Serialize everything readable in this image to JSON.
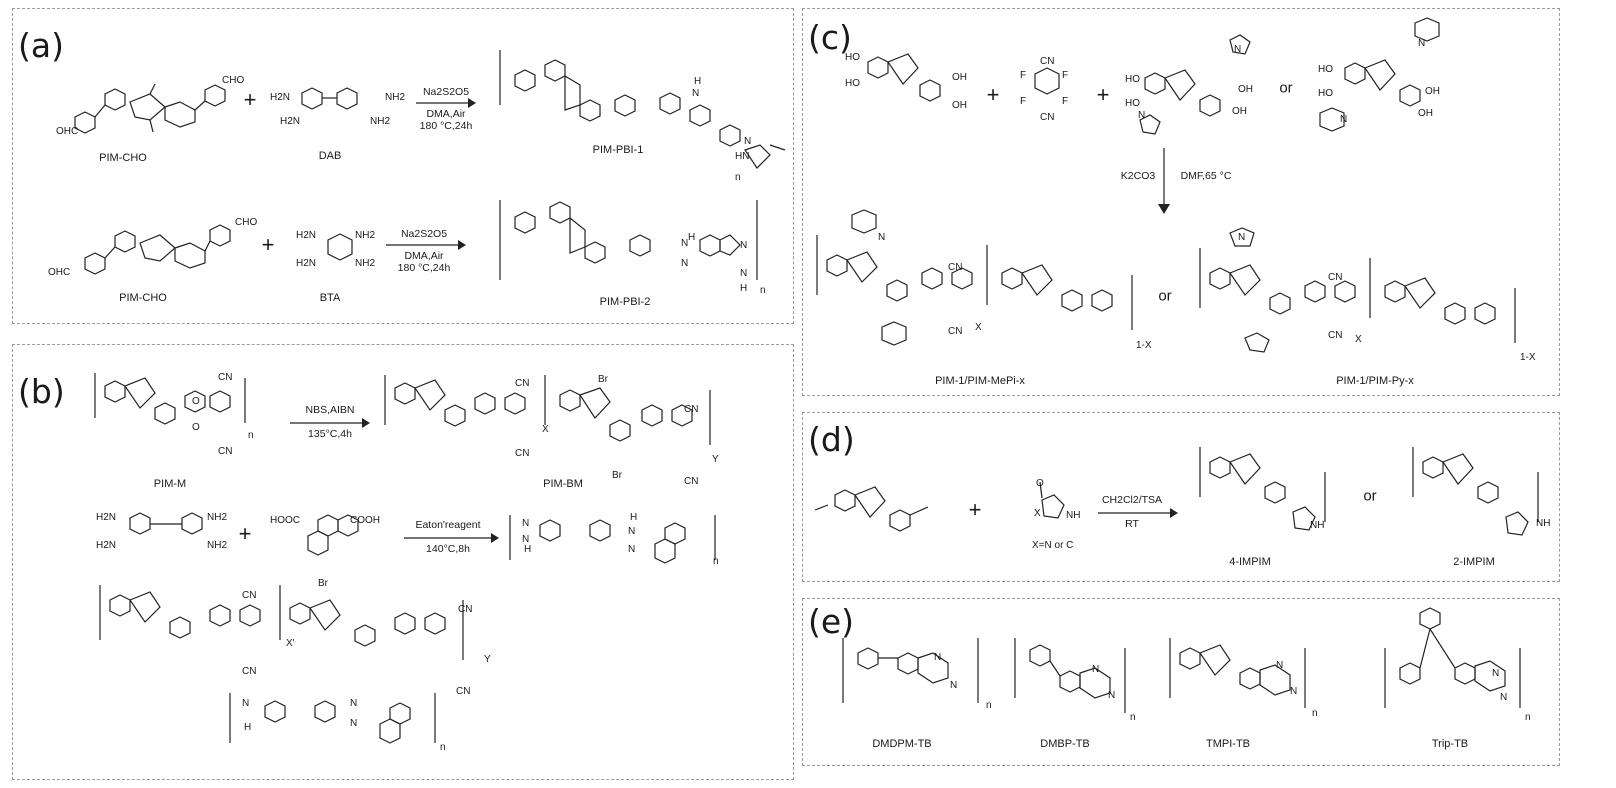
{
  "panels": {
    "a": {
      "label": "(a)",
      "compounds": [
        "PIM-CHO",
        "DAB",
        "PIM-PBI-1",
        "PIM-CHO",
        "BTA",
        "PIM-PBI-2"
      ],
      "conditions1": [
        "Na2S2O5",
        "DMA,Air",
        "180 °C,24h"
      ],
      "conditions2": [
        "Na2S2O5",
        "DMA,Air",
        "180 °C,24h"
      ],
      "atoms": [
        "OHC",
        "CHO",
        "H2N",
        "NH2",
        "H2N",
        "NH2",
        "N",
        "H",
        "N",
        "HN",
        "n",
        "CHO",
        "OHC",
        "H2N",
        "NH2",
        "H2N",
        "NH2",
        "H",
        "N",
        "N",
        "H",
        "N",
        "N",
        "n"
      ]
    },
    "b": {
      "label": "(b)",
      "compounds": [
        "PIM-M",
        "PIM-BM"
      ],
      "conditions1": [
        "NBS,AIBN",
        "135°C,4h"
      ],
      "conditions2": [
        "Eaton'reagent",
        "140°C,8h"
      ],
      "reagents": [
        "HOOC",
        "COOH"
      ],
      "atoms": [
        "CN",
        "CN",
        "O",
        "O",
        "n",
        "CN",
        "CN",
        "Br",
        "Br",
        "CN",
        "CN",
        "X",
        "Y",
        "H2N",
        "NH2",
        "H2N",
        "NH2",
        "N",
        "H",
        "N",
        "N",
        "H",
        "N",
        "n",
        "CN",
        "CN",
        "Br",
        "CN",
        "CN",
        "X'",
        "Y",
        "N",
        "H",
        "N",
        "N",
        "n"
      ]
    },
    "c": {
      "label": "(c)",
      "compounds": [
        "PIM-1/PIM-MePi-x",
        "PIM-1/PIM-Py-x"
      ],
      "conditions": [
        "K2CO3",
        "DMF,65 °C"
      ],
      "or_words": [
        "or",
        "or"
      ],
      "atoms": [
        "HO",
        "HO",
        "OH",
        "OH",
        "F",
        "F",
        "F",
        "F",
        "CN",
        "CN",
        "HO",
        "HO",
        "OH",
        "OH",
        "N",
        "N",
        "HO",
        "HO",
        "OH",
        "OH",
        "N",
        "N",
        "N",
        "CN",
        "CN",
        "X",
        "1-X",
        "N",
        "CN",
        "CN",
        "X",
        "1-X"
      ]
    },
    "d": {
      "label": "(d)",
      "compounds": [
        "4-IMPIM",
        "2-IMPIM"
      ],
      "reagent_note": "X=N or C",
      "conditions": [
        "CH2Cl2/TSA",
        "RT"
      ],
      "or_word": "or",
      "atoms": [
        "O",
        "NH",
        "X",
        "NH",
        "NH"
      ]
    },
    "e": {
      "label": "(e)",
      "compounds": [
        "DMDPM-TB",
        "DMBP-TB",
        "TMPI-TB",
        "Trip-TB"
      ],
      "atoms": [
        "N",
        "N",
        "n",
        "N",
        "N",
        "n",
        "N",
        "N",
        "n",
        "N",
        "N",
        "n"
      ]
    }
  }
}
